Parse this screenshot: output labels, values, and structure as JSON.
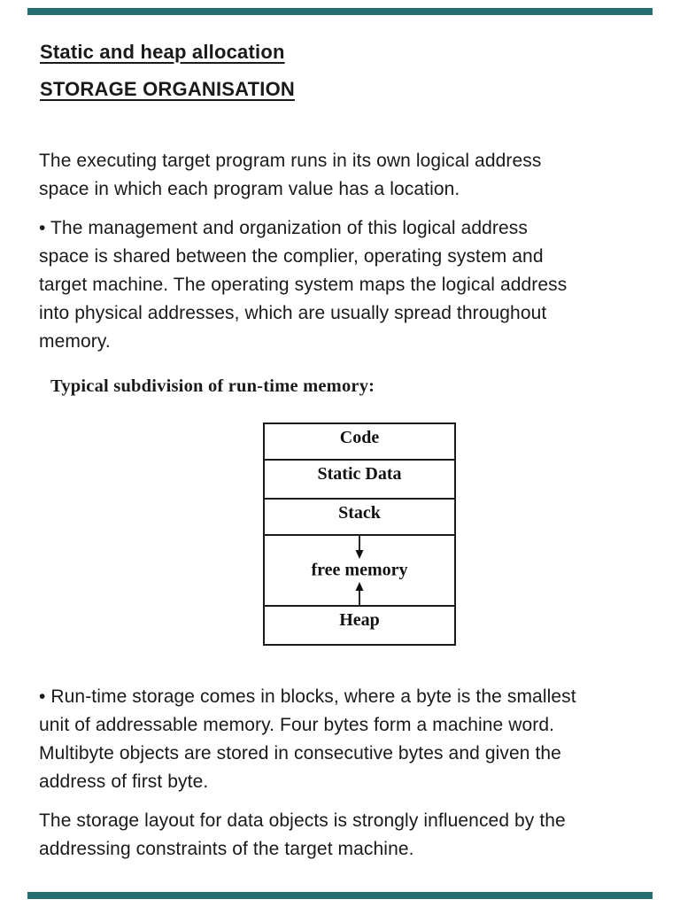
{
  "page": {
    "accent_bar_color": "#266d72",
    "background": "#ffffff"
  },
  "header": {
    "title1": "Static and heap allocation",
    "title2": "STORAGE ORGANISATION"
  },
  "paragraphs": {
    "p1": [
      "The executing target program runs in its own logical address",
      "space in which each program value has a location."
    ],
    "p2": [
      "• The management and organization of this logical address",
      "space is shared between the complier, operating system and",
      "target machine. The operating system maps the logical address",
      "into physical addresses, which are usually spread throughout",
      "memory."
    ],
    "p3": [
      "• Run-time storage comes in blocks, where a byte is the smallest",
      "unit of addressable memory. Four bytes form a machine word.",
      "Multibyte objects are stored in consecutive bytes and given the",
      "address of first byte."
    ],
    "p4": [
      "The storage layout for data objects is strongly influenced by the",
      "addressing constraints of the target machine."
    ]
  },
  "figure": {
    "caption": "Typical subdivision of run-time memory:",
    "memory_blocks": {
      "code": "Code",
      "static_data": "Static Data",
      "stack": "Stack",
      "free_memory": "free memory",
      "heap": "Heap"
    }
  }
}
